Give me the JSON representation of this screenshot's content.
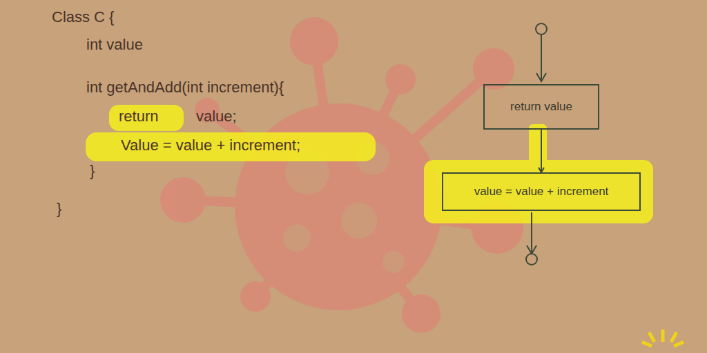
{
  "diagram": {
    "nodes": [
      {
        "text": [
          "return value"
        ]
      },
      {
        "text": [
          "value = value + increment"
        ]
      }
    ],
    "edges": [
      {
        "from": 0,
        "to": 1,
        "arrow": "to"
      }
    ],
    "labels": [
      "Class C {",
      "int value",
      "int getAndAdd(int increment){",
      "return",
      "value;",
      "Value = value + increment;",
      "}",
      "}"
    ]
  }
}
